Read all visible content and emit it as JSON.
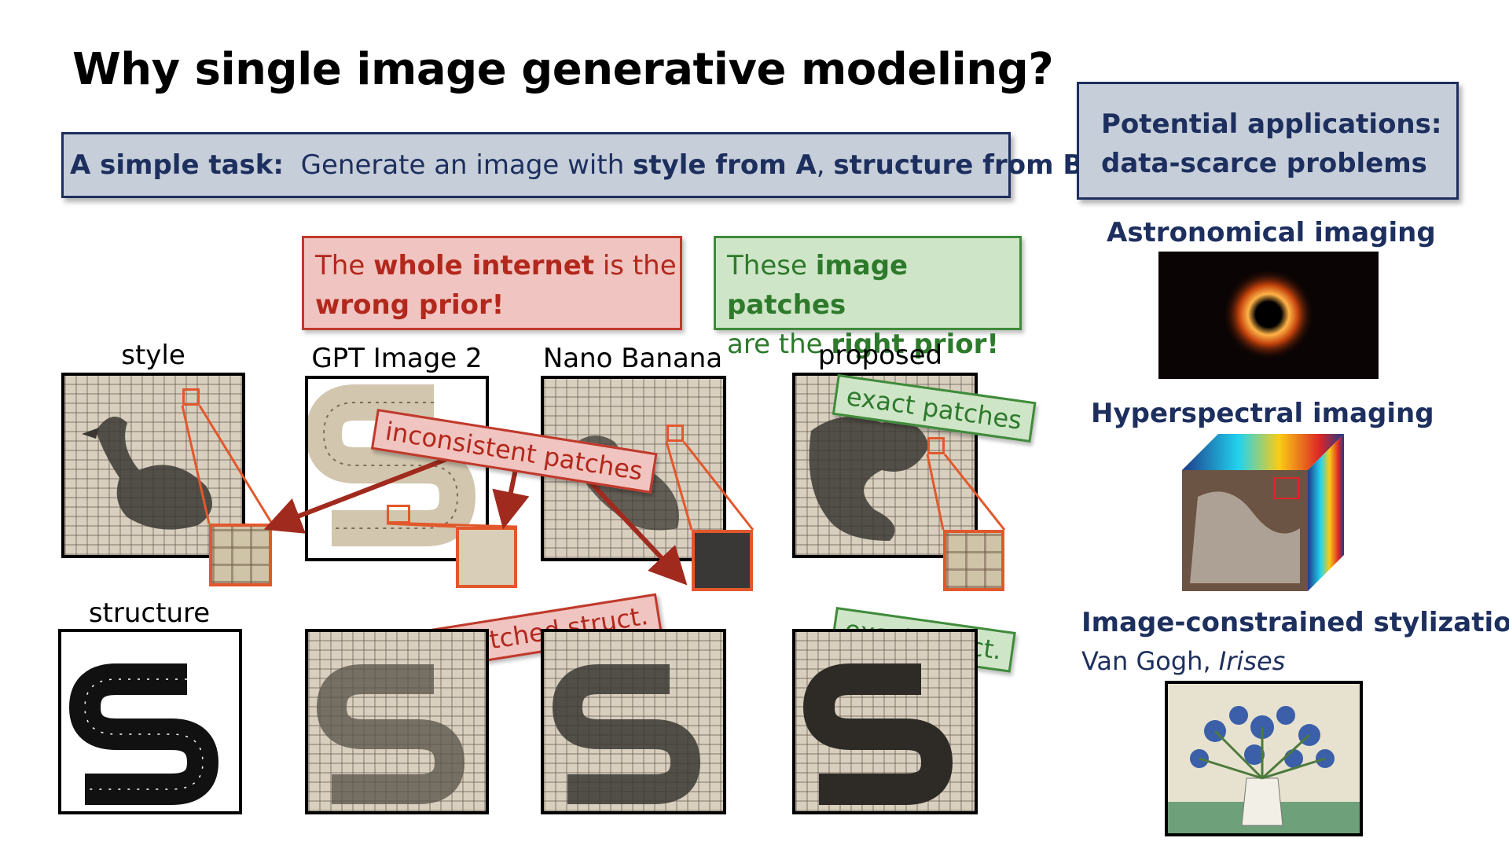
{
  "title": "Why single image generative modeling?",
  "task": {
    "prefix": "A simple task:",
    "text1": "Generate an image with",
    "style_phrase": "style from A",
    "comma": ",",
    "structure_phrase": "structure from B",
    "period": "."
  },
  "applications_box": {
    "line1": "Potential applications:",
    "line2": "data-scarce problems"
  },
  "wrong_prior": {
    "t1": "The",
    "b1": "whole internet",
    "t2": "is the",
    "b2": "wrong prior!"
  },
  "right_prior": {
    "t1": "These",
    "b1": "image patches",
    "t2": "are the",
    "b2": "right prior!"
  },
  "columns": {
    "style": "style",
    "gpt": "GPT Image 2",
    "nano": "Nano Banana",
    "proposed": "proposed",
    "structure": "structure"
  },
  "tags": {
    "inconsistent": "inconsistent patches",
    "exact_patches": "exact patches",
    "mismatched": "mismatched struct.",
    "exact_struct": "exact struct."
  },
  "applications": [
    {
      "heading": "Astronomical imaging"
    },
    {
      "heading": "Hyperspectral imaging"
    },
    {
      "heading": "Image-constrained stylization:",
      "artist": "Van Gogh,",
      "work": "Irises"
    }
  ],
  "colors": {
    "navy": "#1d2f5e",
    "red": "#c0392b",
    "green": "#3f8b3a",
    "orange": "#e2582c",
    "box_fill": "#c6ced9"
  }
}
